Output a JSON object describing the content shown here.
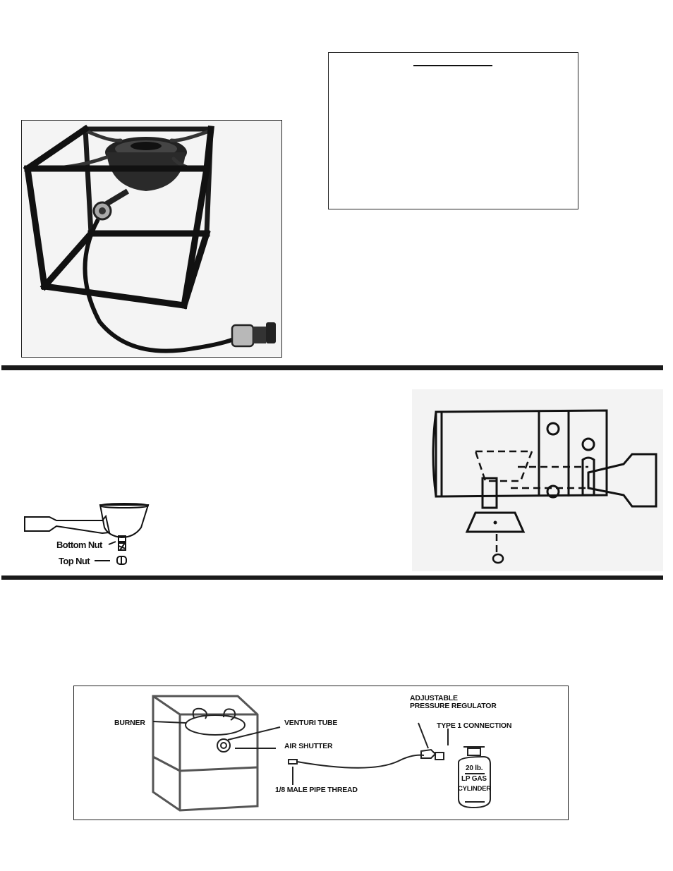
{
  "burner_nut_diagram": {
    "bottom_nut_label": "Bottom Nut",
    "top_nut_label": "Top Nut"
  },
  "assembly_diagram": {
    "burner_label": "BURNER",
    "venturi_tube_label": "VENTURI TUBE",
    "air_shutter_label": "AIR SHUTTER",
    "pipe_thread_label": "1/8 MALE PIPE THREAD",
    "regulator_label_line1": "ADJUSTABLE",
    "regulator_label_line2": "PRESSURE REGULATOR",
    "connection_label": "TYPE 1 CONNECTION",
    "cylinder_line1": "20 lb.",
    "cylinder_line2": "LP  GAS",
    "cylinder_line3": "CYLINDER"
  }
}
